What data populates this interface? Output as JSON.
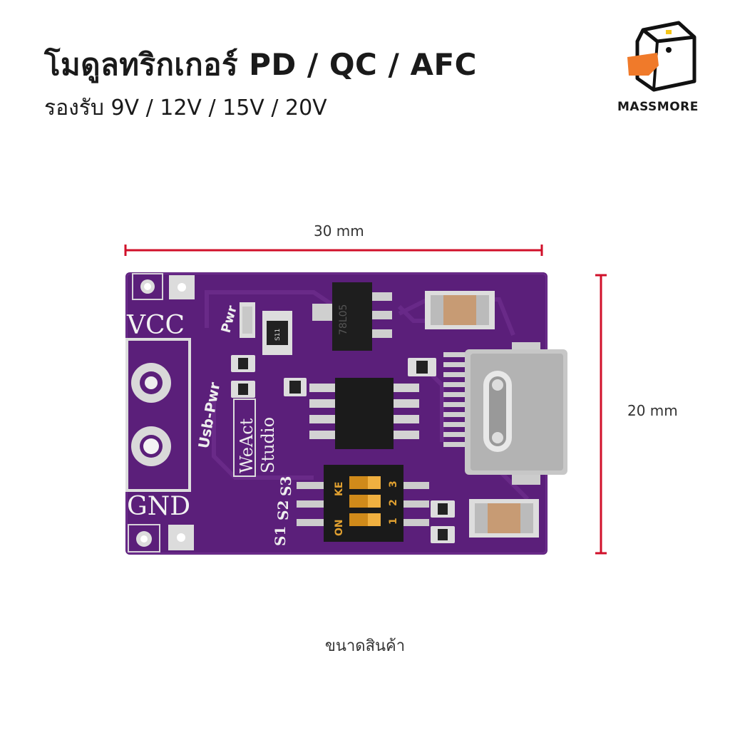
{
  "header": {
    "title": "โมดูลทริกเกอร์ PD / QC / AFC",
    "subtitle": "รองรับ 9V / 12V / 15V / 20V"
  },
  "brand": {
    "name": "MASSMORE",
    "colors": {
      "orange": "#f07a2a",
      "yellow": "#f5c518"
    }
  },
  "dimensions": {
    "width_label": "30 mm",
    "height_label": "20 mm",
    "line_color": "#d0102a"
  },
  "board": {
    "color": "#5b1f7a",
    "silkscreen": {
      "vcc": "VCC",
      "gnd": "GND",
      "pwr": "Pwr",
      "usb_pwr": "Usb-Pwr",
      "weact": "WeAct",
      "studio": "Studio",
      "s1": "S1",
      "s2": "S2",
      "s3": "S3",
      "regulator": "78L05",
      "diode": "S11",
      "dip_on": "ON",
      "dip_ke": "KE",
      "dip_1": "1",
      "dip_2": "2",
      "dip_3": "3"
    }
  },
  "caption": "ขนาดสินค้า"
}
